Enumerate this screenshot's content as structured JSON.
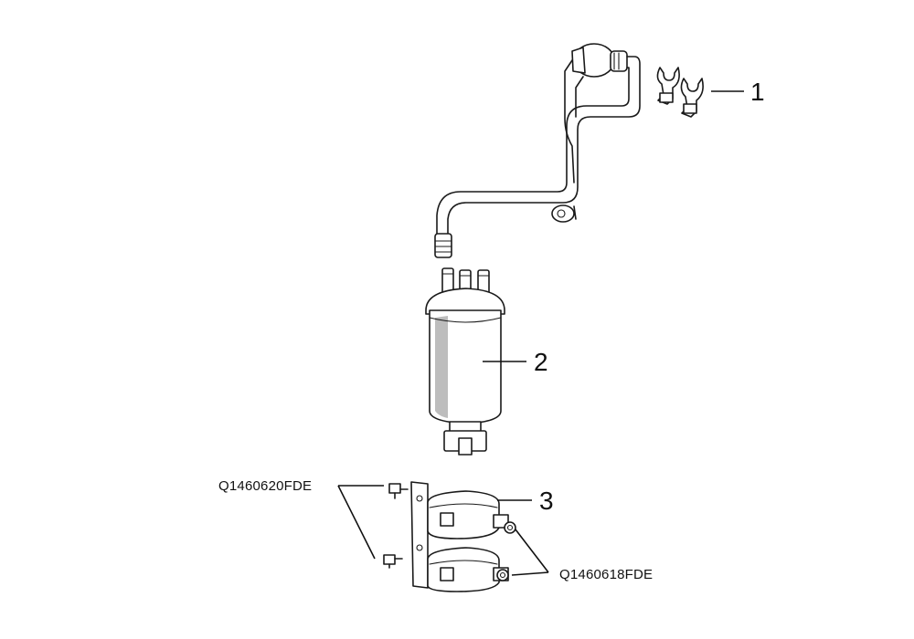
{
  "callouts": {
    "c1": "1",
    "c2": "2",
    "c3": "3"
  },
  "part_numbers": {
    "bolt_upper": "Q1460620FDE",
    "bolt_lower": "Q1460618FDE"
  }
}
